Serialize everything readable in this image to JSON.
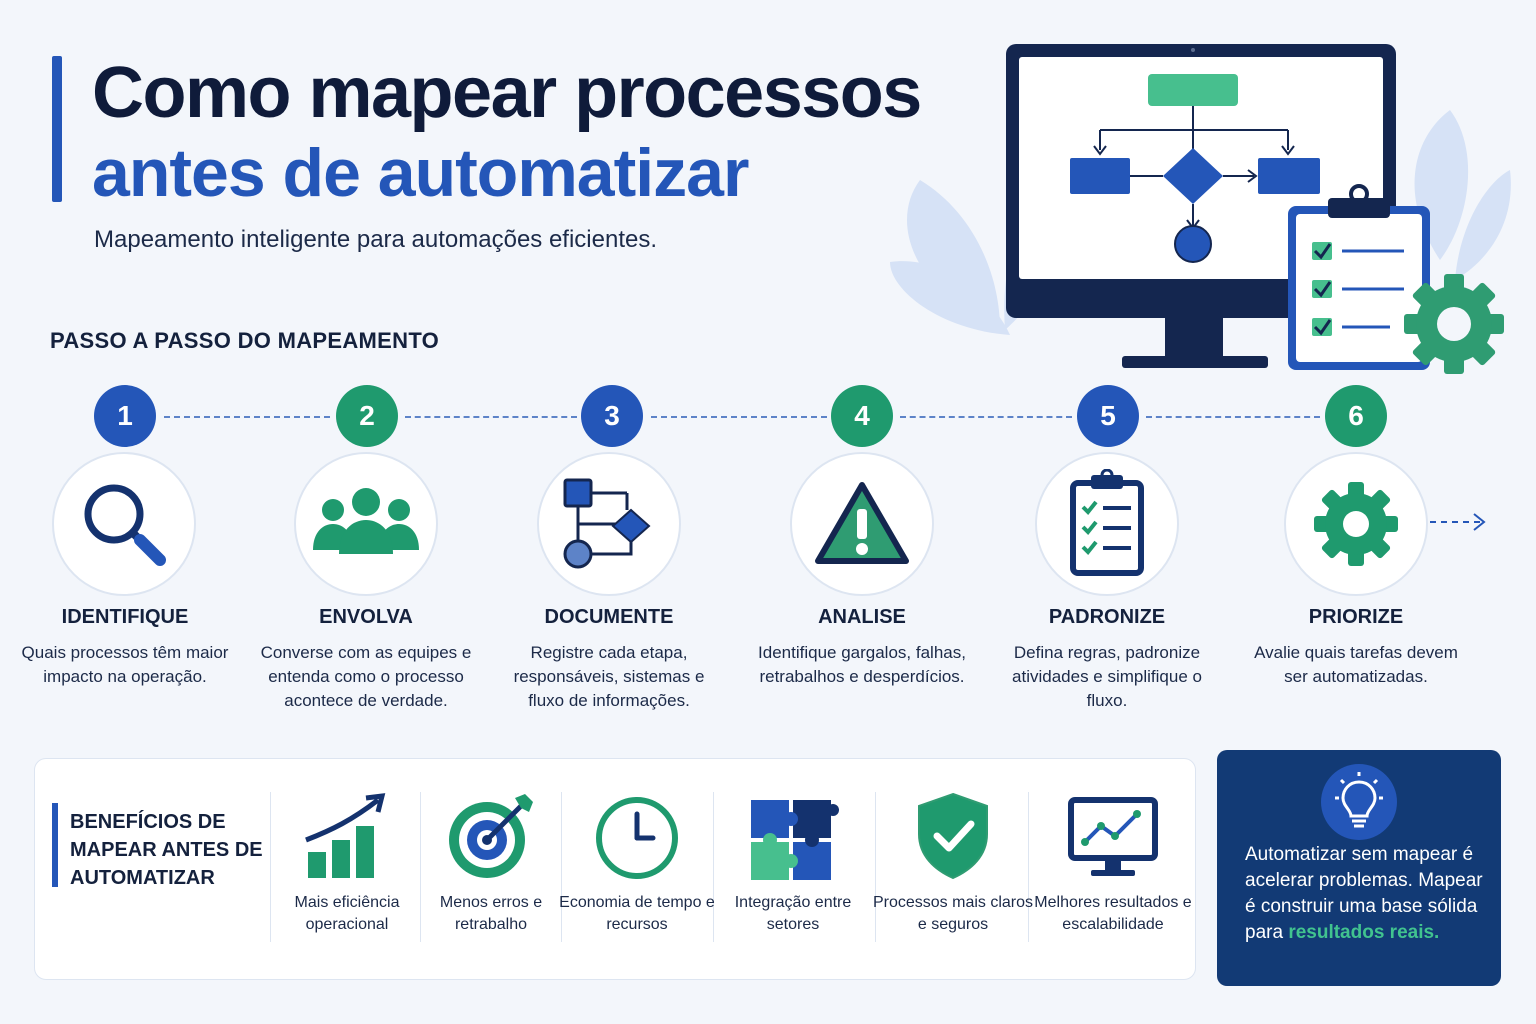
{
  "header": {
    "title_line1": "Como mapear processos",
    "title_line2": "antes de automatizar",
    "subtitle": "Mapeamento inteligente para automações eficientes."
  },
  "steps_heading": "PASSO A PASSO DO MAPEAMENTO",
  "steps": [
    {
      "number": "1",
      "title": "IDENTIFIQUE",
      "desc": "Quais processos têm maior impacto na operação.",
      "icon": "magnifier-icon"
    },
    {
      "number": "2",
      "title": "ENVOLVA",
      "desc": "Converse com as equipes e entenda como o processo acontece de verdade.",
      "icon": "team-icon"
    },
    {
      "number": "3",
      "title": "DOCUMENTE",
      "desc": "Registre cada etapa, responsáveis, sistemas e fluxo de informações.",
      "icon": "flowchart-icon"
    },
    {
      "number": "4",
      "title": "ANALISE",
      "desc": "Identifique gargalos, falhas, retrabalhos e desperdícios.",
      "icon": "warning-icon"
    },
    {
      "number": "5",
      "title": "PADRONIZE",
      "desc": "Defina regras, padronize atividades e simplifique o fluxo.",
      "icon": "checklist-icon"
    },
    {
      "number": "6",
      "title": "PRIORIZE",
      "desc": "Avalie quais tarefas devem ser automatizadas.",
      "icon": "gear-icon"
    }
  ],
  "benefits": {
    "title": "BENEFÍCIOS DE MAPEAR ANTES DE AUTOMATIZAR",
    "items": [
      {
        "label": "Mais eficiência operacional",
        "icon": "growth-chart-icon"
      },
      {
        "label": "Menos erros e retrabalho",
        "icon": "target-icon"
      },
      {
        "label": "Economia de tempo e recursos",
        "icon": "clock-icon"
      },
      {
        "label": "Integração entre setores",
        "icon": "puzzle-icon"
      },
      {
        "label": "Processos mais claros e seguros",
        "icon": "shield-check-icon"
      },
      {
        "label": "Melhores resultados e escalabilidade",
        "icon": "monitor-chart-icon"
      }
    ]
  },
  "quote": {
    "text": "Automatizar sem mapear é acelerar problemas. Mapear é construir uma base sólida para",
    "highlight": "resultados reais.",
    "icon": "lightbulb-icon"
  },
  "colors": {
    "primary_blue": "#2456b8",
    "green": "#1f9a6e",
    "dark_navy": "#123a75",
    "highlight_green": "#41c38f"
  }
}
